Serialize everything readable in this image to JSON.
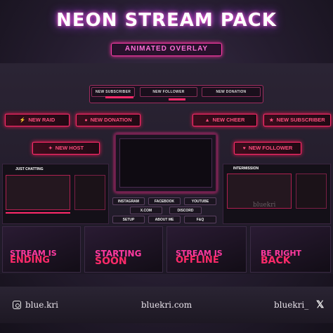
{
  "header": {
    "title": "NEON STREAM PACK",
    "badge": "ANIMATED OVERLAY"
  },
  "top_bars": [
    "NEW SUBSCRIBER",
    "NEW FOLLOWER",
    "NEW DONATION"
  ],
  "alerts": {
    "new_raid": "NEW RAID",
    "new_donation": "NEW DONATION",
    "new_cheer": "NEW CHEER",
    "new_subscriber": "NEW SUBSCRIBER",
    "new_host": "NEW HOST",
    "new_follower": "NEW FOLLOWER"
  },
  "scenes": {
    "just_chatting": "JUST CHATTING",
    "intermission": "INTERMISSION"
  },
  "socials": [
    "INSTAGRAM",
    "FACEBOOK",
    "YOUTUBE",
    "X.COM",
    "DISCORD",
    "SETUP",
    "ABOUT ME",
    "F&Q"
  ],
  "watermark": "bluekri",
  "cards": [
    {
      "top": "STREAM IS",
      "bottom": "ENDING"
    },
    {
      "top": "STARTING",
      "bottom": "SOON"
    },
    {
      "top": "STREAM IS",
      "bottom": "OFFLINE"
    },
    {
      "top": "BE RIGHT",
      "bottom": "BACK"
    }
  ],
  "footer": {
    "instagram": "blue.kri",
    "website": "bluekri.com",
    "x_handle": "bluekri_"
  },
  "colors": {
    "neon_pink": "#ff2a6a",
    "neon_purple": "#b03cff",
    "background": "#241c2e"
  },
  "icons": [
    "instagram-icon",
    "x-icon",
    "lightning-icon",
    "heart-icon",
    "flame-icon",
    "star-icon",
    "dollar-icon"
  ]
}
